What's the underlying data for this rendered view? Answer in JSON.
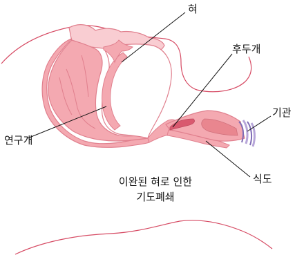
{
  "labels": {
    "tongue": "혀",
    "larynx": "후두개",
    "trachea": "기관",
    "soft_palate": "연구개",
    "esophagus": "식도"
  },
  "caption": {
    "line1": "이완된 혀로 인한",
    "line2": "기도폐쇄"
  },
  "colors": {
    "tissue_fill": "#f4a9b1",
    "tissue_light": "#f9cdd2",
    "tissue_outline": "#e07f8d",
    "skin_outline": "#d64a63",
    "trachea_ring": "#b7a6d9",
    "trachea_ring_dark": "#7f6bb5",
    "leader_line": "#111111",
    "text": "#111111"
  }
}
